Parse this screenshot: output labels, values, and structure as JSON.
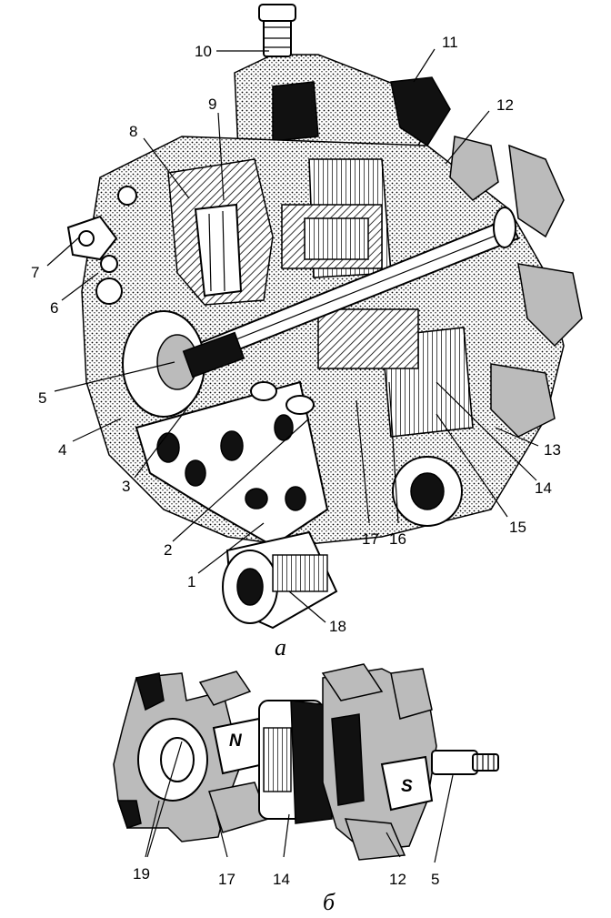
{
  "figure_a": {
    "caption": "а",
    "callouts": [
      "10",
      "11",
      "9",
      "12",
      "8",
      "7",
      "6",
      "5",
      "4",
      "3",
      "2",
      "1",
      "18",
      "17",
      "16",
      "15",
      "14",
      "13"
    ]
  },
  "figure_b": {
    "caption": "б",
    "callouts": [
      "19",
      "17",
      "14",
      "12",
      "5"
    ],
    "pole_marks": [
      "N",
      "S"
    ]
  }
}
